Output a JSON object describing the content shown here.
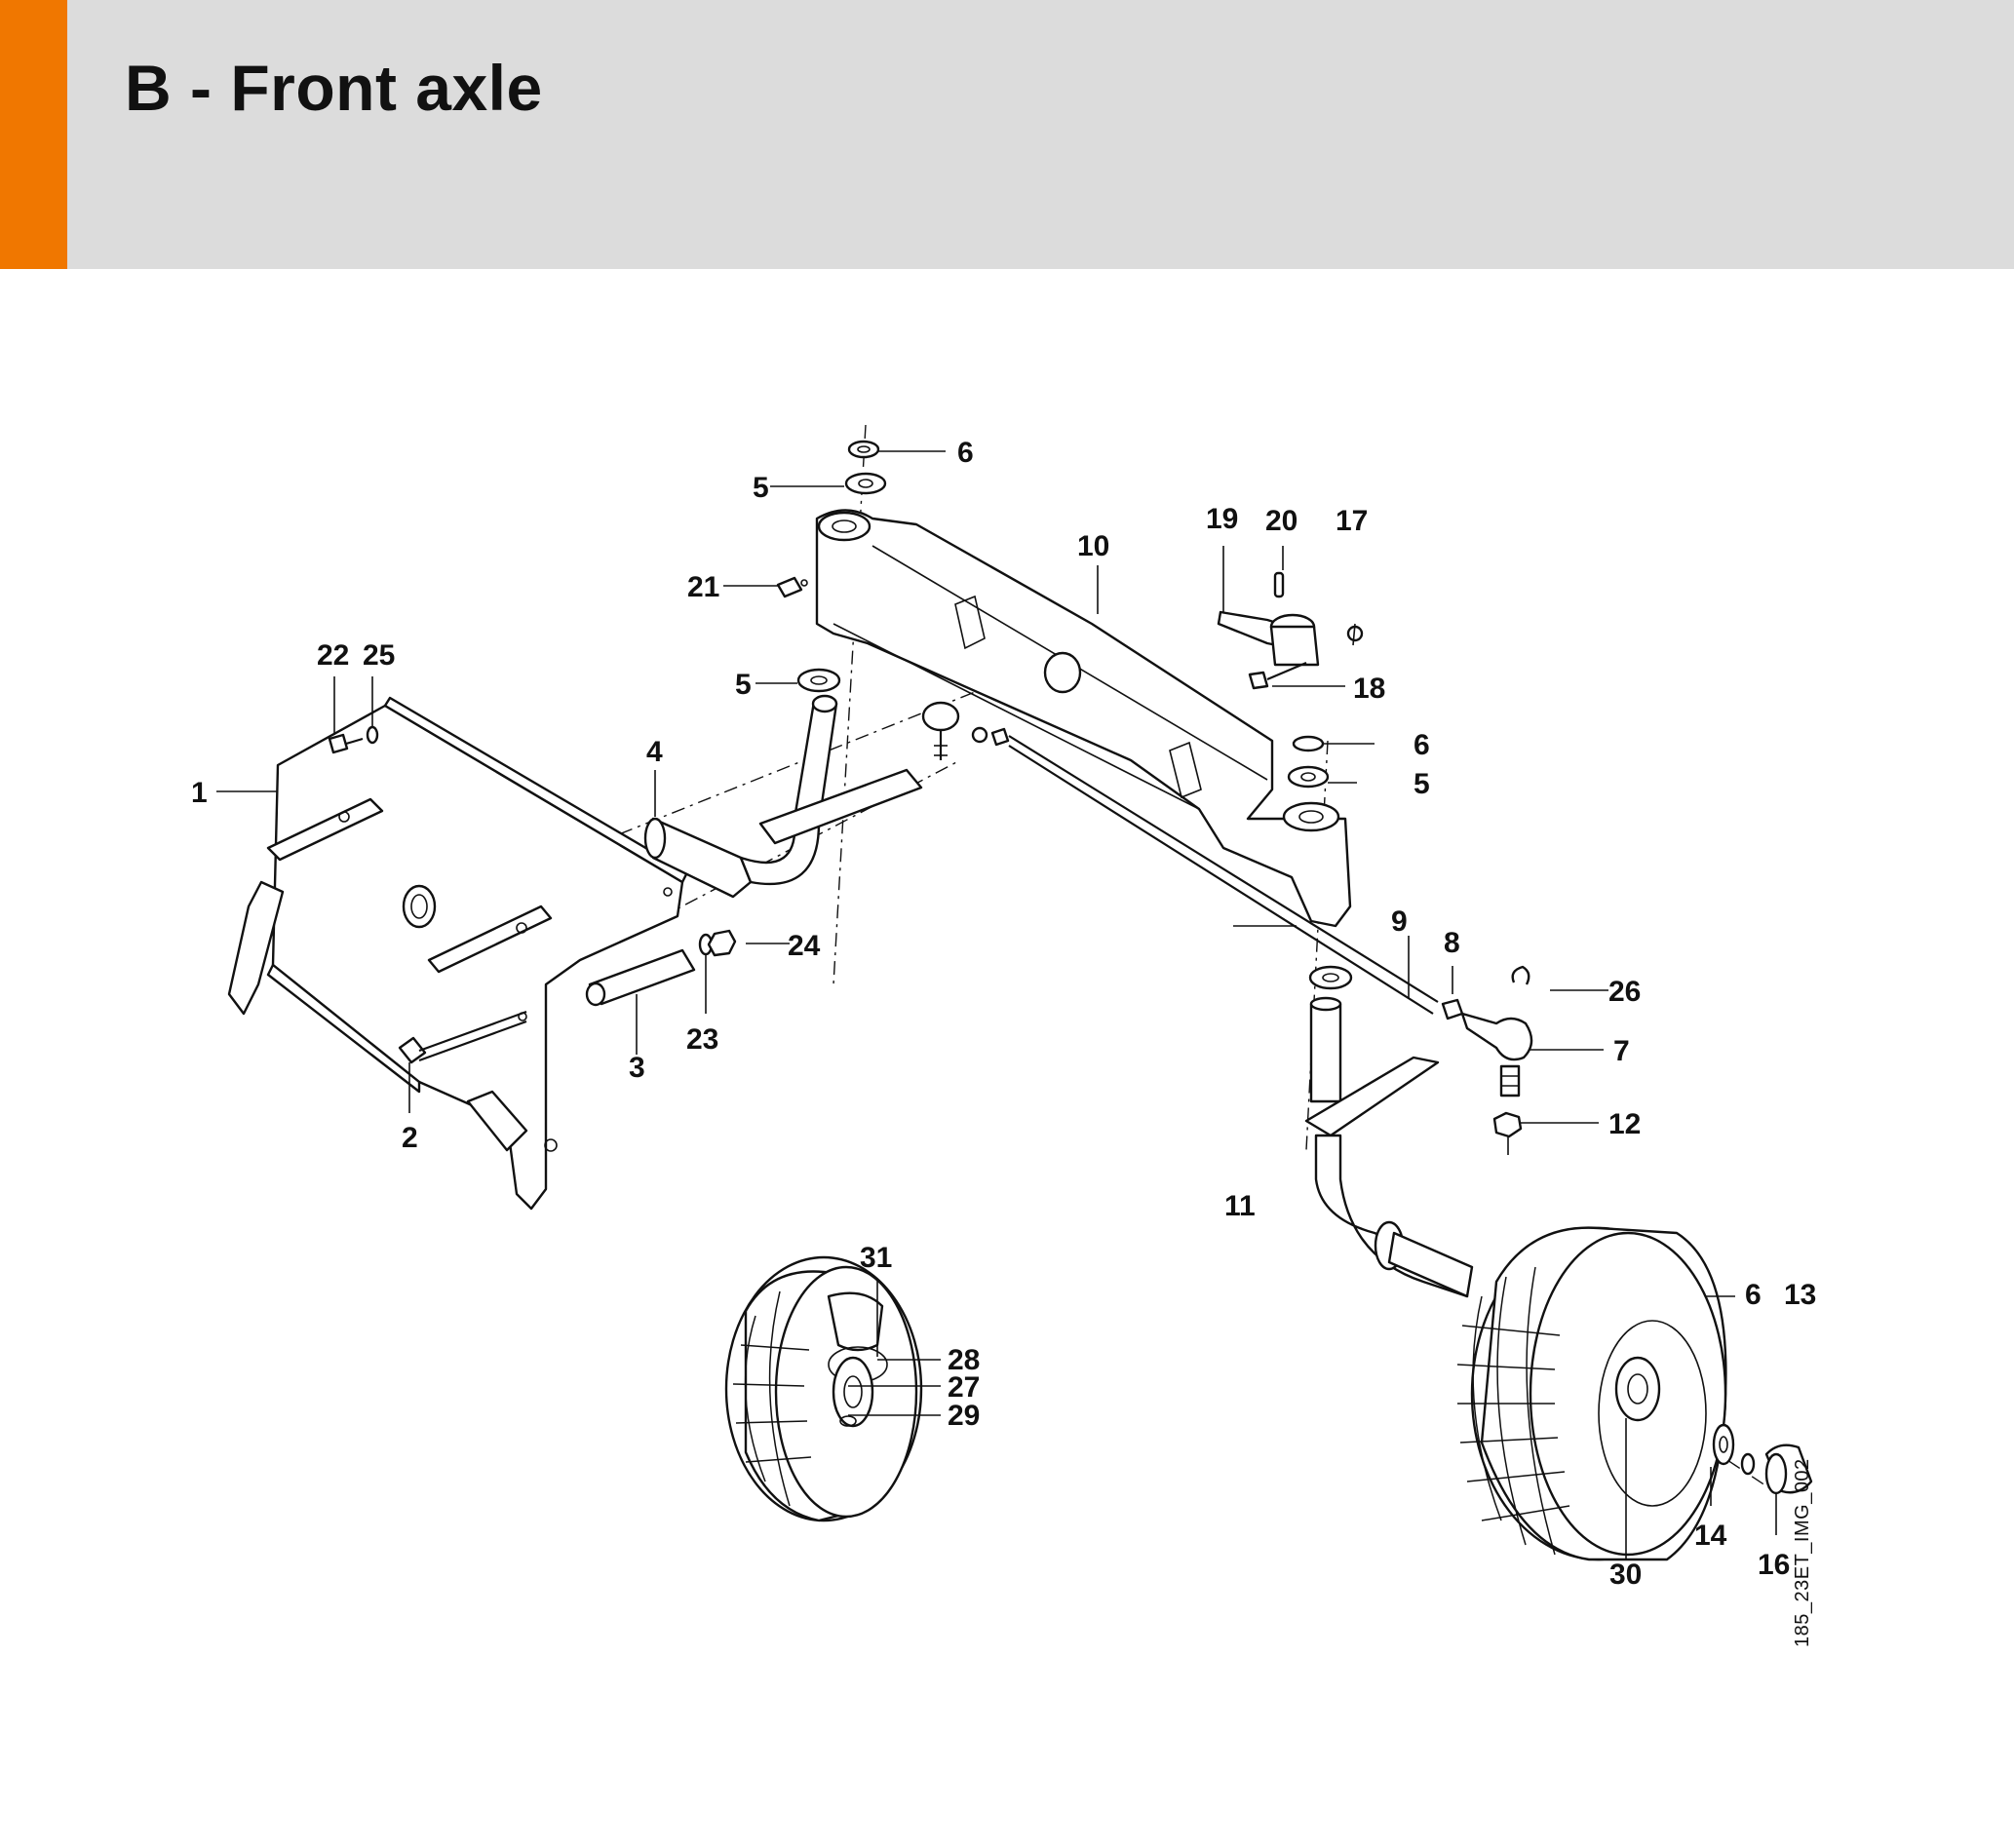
{
  "header": {
    "title": "B - Front axle",
    "accent_color": "#f07700",
    "background_color": "#dcdcdc"
  },
  "image_id": "185_23ET_IMG_002",
  "callouts": {
    "c1": "1",
    "c2": "2",
    "c3": "3",
    "c4": "4",
    "c5a": "5",
    "c5b": "5",
    "c5c": "5",
    "c6a": "6",
    "c6b": "6",
    "c6c": "6",
    "c7": "7",
    "c8": "8",
    "c9": "9",
    "c10": "10",
    "c11": "11",
    "c12": "12",
    "c13": "13",
    "c14": "14",
    "c16": "16",
    "c17": "17",
    "c18": "18",
    "c19": "19",
    "c20": "20",
    "c21": "21",
    "c22": "22",
    "c23": "23",
    "c24": "24",
    "c25": "25",
    "c26": "26",
    "c27": "27",
    "c28": "28",
    "c29": "29",
    "c30": "30",
    "c31": "31"
  }
}
